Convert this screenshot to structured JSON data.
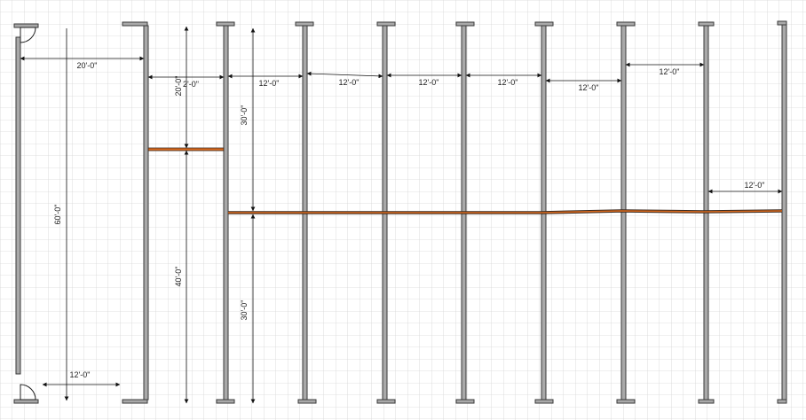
{
  "colors": {
    "background": "#ffffff",
    "grid": "#d6d6d6",
    "wall_fill": "#a9a9a9",
    "wall_stroke": "#3a3a3a",
    "dimension_line": "#111111",
    "partition_orange": "#d96a1e",
    "partition_dark": "#3a2a20"
  },
  "dimensions": {
    "overall_height": "60'-0\"",
    "first_bay_width": "20'-0\"",
    "small_width": "2'-0\"",
    "upper_left_height": "20'-0\"",
    "lower_left_height": "40'-0\"",
    "upper_right_height": "30'-0\"",
    "lower_right_height": "30'-0\"",
    "door_bay_width": "12'-0\"",
    "bay_1": "12'-0\"",
    "bay_2": "12'-0\"",
    "bay_3": "12'-0\"",
    "bay_4": "12'-0\"",
    "bay_5": "12'-0\"",
    "bay_6": "12'-0\"",
    "bay_7": "12'-0\""
  }
}
